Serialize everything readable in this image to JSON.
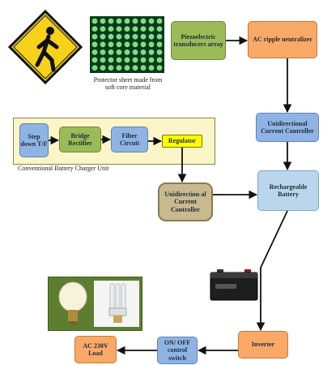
{
  "blocks": {
    "piezo": "Piezoelectric transducers array",
    "ac_ripple": "AC ripple neutralizer",
    "unidir_top": "Unidirectional Current Controller",
    "battery": "Rechargeable Battery",
    "stepdown": "Step down T/F",
    "bridge": "Bridge Rectifier",
    "filter": "Filter Circuit",
    "regulator": "Regulator",
    "charger_unit": "Conventional Battery Charger Unit",
    "unidir_mid": "Unidirection al Current Controller",
    "inverter": "Inverter",
    "switch": "ON/ OFF control switch",
    "load": "AC 230V Load"
  },
  "captions": {
    "protector_sheet": "Protector sheet made from soft core material"
  },
  "colors": {
    "green": "#9bbb59",
    "orange": "#f8a968",
    "blue": "#8fb4e3",
    "light_blue": "#b9d6ec",
    "tan": "#c9b98f",
    "yellow": "#ffff00",
    "charger_panel": "#fbf5c8",
    "pedestrian_sign": "#f6d21a",
    "protector_sheet": "#0b3a1f",
    "bulbs_panel": "#5d7e2f"
  },
  "icons": {
    "pedestrian": "pedestrian-crossing-sign-icon",
    "protector": "protector-sheet-grid-image",
    "battery": "battery-image",
    "bulbs": "bulbs-image"
  }
}
